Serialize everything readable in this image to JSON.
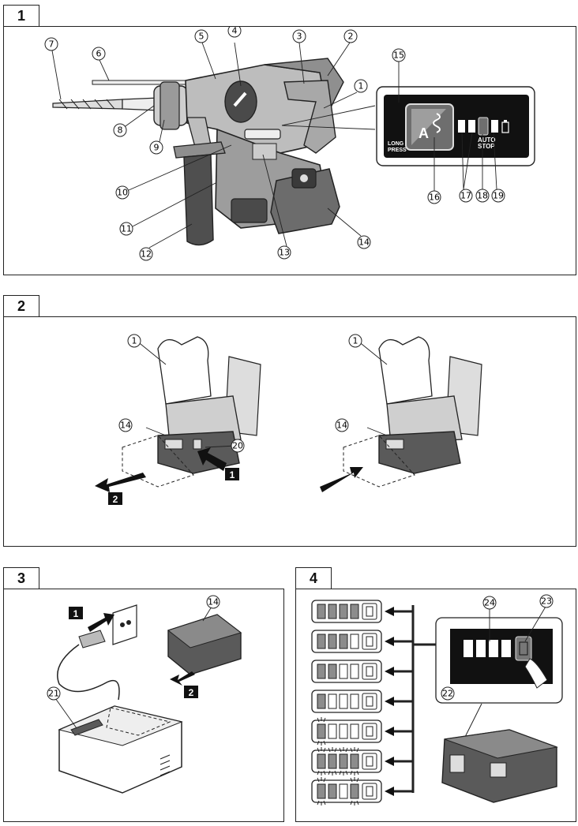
{
  "figures": [
    {
      "number": "1"
    },
    {
      "number": "2"
    },
    {
      "number": "3"
    },
    {
      "number": "4"
    }
  ],
  "fig1": {
    "callouts": [
      "1",
      "2",
      "3",
      "4",
      "5",
      "6",
      "7",
      "8",
      "9",
      "10",
      "11",
      "12",
      "13",
      "14",
      "15",
      "16",
      "17",
      "18",
      "19"
    ],
    "panel": {
      "long_press_line1": "LONG",
      "long_press_line2": "PRESS",
      "mode_letter": "A",
      "auto_stop_line1": "AUTO",
      "auto_stop_line2": "STOP"
    }
  },
  "fig2": {
    "left_callouts": [
      "1",
      "14",
      "20"
    ],
    "right_callouts": [
      "1",
      "14"
    ],
    "step1": "1",
    "step2": "2"
  },
  "fig3": {
    "callouts": [
      "14",
      "21"
    ],
    "step1": "1",
    "step2": "2"
  },
  "fig4": {
    "callouts": [
      "22",
      "23",
      "24"
    ],
    "indicator_rows": [
      {
        "filled": 4,
        "blink": []
      },
      {
        "filled": 3,
        "blink": []
      },
      {
        "filled": 2,
        "blink": []
      },
      {
        "filled": 1,
        "blink": []
      },
      {
        "filled": 0,
        "blink": [
          0
        ]
      },
      {
        "filled": 4,
        "blink": [
          0,
          1,
          2,
          3
        ]
      },
      {
        "filled": 2,
        "blink": [
          0,
          3
        ]
      }
    ]
  },
  "colors": {
    "line": "#222222",
    "fill_dark": "#4a4a4a",
    "fill_mid": "#8c8c8c",
    "fill_light": "#d6d6d6",
    "panel_black": "#111111"
  }
}
